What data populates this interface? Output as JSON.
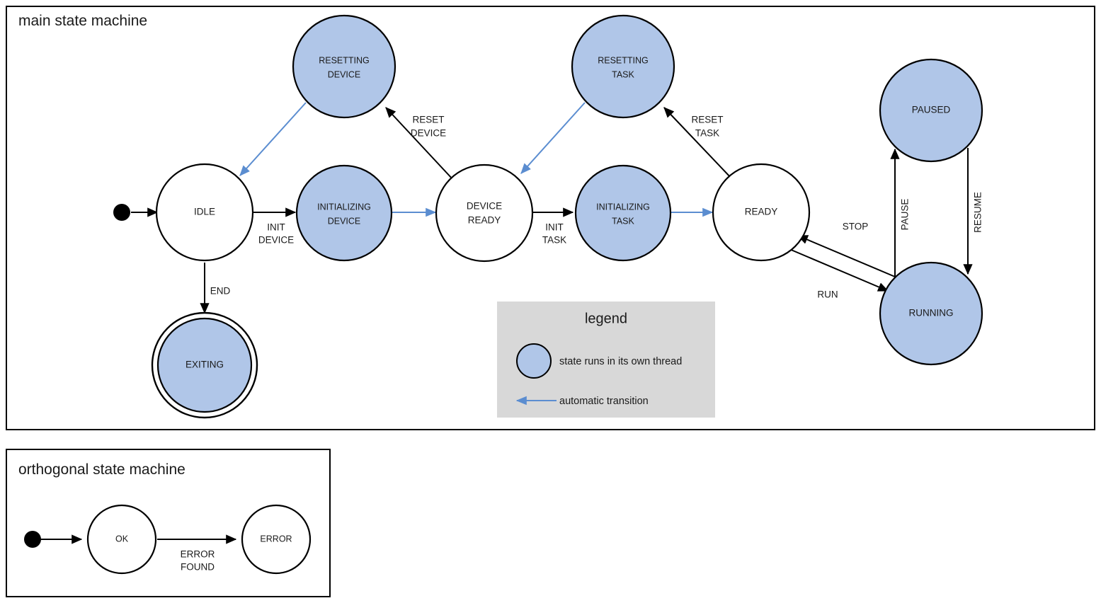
{
  "diagram": {
    "type": "state-machine",
    "colors": {
      "thread_state_fill": "#b0c6e8",
      "plain_state_fill": "#ffffff",
      "stroke": "#000000",
      "automatic_transition": "#5b8dd0",
      "legend_background": "#d8d8d8",
      "page_background": "#ffffff"
    }
  },
  "main_machine": {
    "title": "main state machine",
    "states": [
      {
        "id": "idle",
        "label_line1": "IDLE",
        "label_line2": "",
        "thread": false,
        "final": false
      },
      {
        "id": "initializing-device",
        "label_line1": "INITIALIZING",
        "label_line2": "DEVICE",
        "thread": true,
        "final": false
      },
      {
        "id": "resetting-device",
        "label_line1": "RESETTING",
        "label_line2": "DEVICE",
        "thread": true,
        "final": false
      },
      {
        "id": "device-ready",
        "label_line1": "DEVICE",
        "label_line2": "READY",
        "thread": false,
        "final": false
      },
      {
        "id": "initializing-task",
        "label_line1": "INITIALIZING",
        "label_line2": "TASK",
        "thread": true,
        "final": false
      },
      {
        "id": "resetting-task",
        "label_line1": "RESETTING",
        "label_line2": "TASK",
        "thread": true,
        "final": false
      },
      {
        "id": "ready",
        "label_line1": "READY",
        "label_line2": "",
        "thread": false,
        "final": false
      },
      {
        "id": "paused",
        "label_line1": "PAUSED",
        "label_line2": "",
        "thread": true,
        "final": false
      },
      {
        "id": "running",
        "label_line1": "RUNNING",
        "label_line2": "",
        "thread": true,
        "final": false
      },
      {
        "id": "exiting",
        "label_line1": "EXITING",
        "label_line2": "",
        "thread": true,
        "final": true
      }
    ],
    "transitions": [
      {
        "id": "start-idle",
        "from": "start",
        "to": "idle",
        "label_line1": "",
        "label_line2": "",
        "automatic": false
      },
      {
        "id": "idle-initializing-device",
        "from": "idle",
        "to": "initializing-device",
        "label_line1": "INIT",
        "label_line2": "DEVICE",
        "automatic": false
      },
      {
        "id": "initializing-device-ready",
        "from": "initializing-device",
        "to": "device-ready",
        "label_line1": "",
        "label_line2": "",
        "automatic": true
      },
      {
        "id": "device-ready-resetting-device",
        "from": "device-ready",
        "to": "resetting-device",
        "label_line1": "RESET",
        "label_line2": "DEVICE",
        "automatic": false
      },
      {
        "id": "resetting-device-idle",
        "from": "resetting-device",
        "to": "idle",
        "label_line1": "",
        "label_line2": "",
        "automatic": true
      },
      {
        "id": "device-ready-initializing-task",
        "from": "device-ready",
        "to": "initializing-task",
        "label_line1": "INIT",
        "label_line2": "TASK",
        "automatic": false
      },
      {
        "id": "initializing-task-ready",
        "from": "initializing-task",
        "to": "ready",
        "label_line1": "",
        "label_line2": "",
        "automatic": true
      },
      {
        "id": "ready-resetting-task",
        "from": "ready",
        "to": "resetting-task",
        "label_line1": "RESET",
        "label_line2": "TASK",
        "automatic": false
      },
      {
        "id": "resetting-task-device-ready",
        "from": "resetting-task",
        "to": "device-ready",
        "label_line1": "",
        "label_line2": "",
        "automatic": true
      },
      {
        "id": "ready-running",
        "from": "ready",
        "to": "running",
        "label_line1": "RUN",
        "label_line2": "",
        "automatic": false
      },
      {
        "id": "running-ready",
        "from": "running",
        "to": "ready",
        "label_line1": "STOP",
        "label_line2": "",
        "automatic": false
      },
      {
        "id": "running-paused",
        "from": "running",
        "to": "paused",
        "label_line1": "PAUSE",
        "label_line2": "",
        "automatic": false
      },
      {
        "id": "paused-running",
        "from": "paused",
        "to": "running",
        "label_line1": "RESUME",
        "label_line2": "",
        "automatic": false
      },
      {
        "id": "idle-exiting",
        "from": "idle",
        "to": "exiting",
        "label_line1": "END",
        "label_line2": "",
        "automatic": false
      }
    ]
  },
  "legend": {
    "title": "legend",
    "items": [
      {
        "id": "thread-state",
        "marker": "blue-circle",
        "text": "state runs in its own thread"
      },
      {
        "id": "auto-arrow",
        "marker": "blue-arrow",
        "text": "automatic transition"
      }
    ]
  },
  "orthogonal_machine": {
    "title": "orthogonal state machine",
    "states": [
      {
        "id": "ok",
        "label_line1": "OK",
        "label_line2": "",
        "thread": false,
        "final": false
      },
      {
        "id": "error",
        "label_line1": "ERROR",
        "label_line2": "",
        "thread": false,
        "final": false
      }
    ],
    "transitions": [
      {
        "id": "start-ok",
        "from": "start",
        "to": "ok",
        "label_line1": "",
        "label_line2": "",
        "automatic": false
      },
      {
        "id": "ok-error",
        "from": "ok",
        "to": "error",
        "label_line1": "ERROR",
        "label_line2": "FOUND",
        "automatic": false
      }
    ]
  }
}
